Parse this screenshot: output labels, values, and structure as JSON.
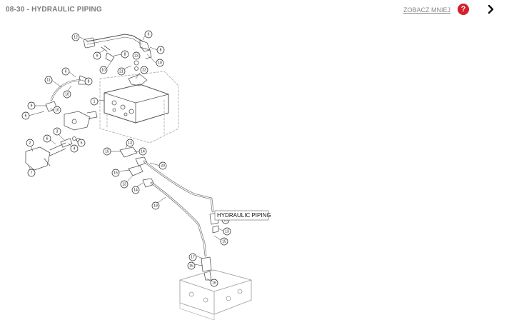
{
  "header": {
    "title": "08-30 - HYDRAULIC PIPING",
    "see_less": "ZOBACZ MNIEJ",
    "help_symbol": "?",
    "help_icon": "question-circle-icon",
    "next_icon": "chevron-right-icon",
    "help_color": "#d4202c"
  },
  "diagram": {
    "tooltip": "HYDRAULIC PIPING",
    "callouts": [
      "12",
      "6",
      "9",
      "8",
      "8",
      "10",
      "10",
      "22",
      "21",
      "23",
      "11",
      "6",
      "8",
      "10",
      "9",
      "6",
      "10",
      "1",
      "3",
      "6",
      "2",
      "5",
      "4",
      "7",
      "15",
      "13",
      "14",
      "20",
      "15",
      "13",
      "14",
      "19",
      "13",
      "13",
      "15",
      "17",
      "16",
      "16"
    ]
  }
}
